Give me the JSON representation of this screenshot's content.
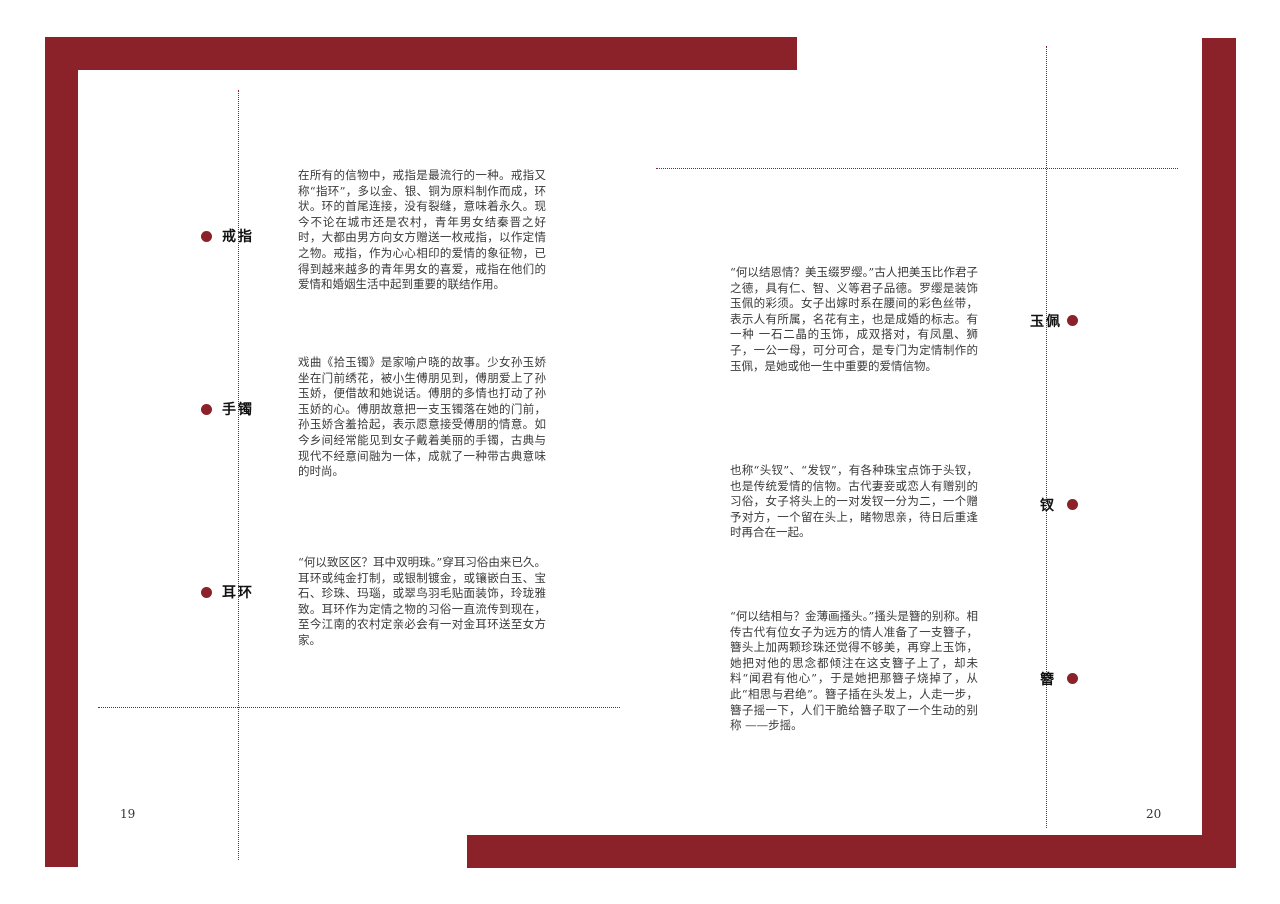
{
  "colors": {
    "accent": "#8c2229",
    "text": "#3a3a3a",
    "background": "#ffffff"
  },
  "left_page": {
    "page_number": "19",
    "sections": [
      {
        "term": "戒指",
        "text": "在所有的信物中，戒指是最流行的一种。戒指又称“指环”，多以金、银、铜为原料制作而成，环状。环的首尾连接，没有裂缝，意味着永久。现今不论在城市还是农村，青年男女结秦晋之好时，大都由男方向女方赠送一枚戒指，以作定情之物。戒指，作为心心相印的爱情的象征物，已得到越来越多的青年男女的喜爱，戒指在他们的爱情和婚姻生活中起到重要的联结作用。"
      },
      {
        "term": "手镯",
        "text": "戏曲《拾玉镯》是家喻户晓的故事。少女孙玉娇坐在门前绣花，被小生傅朋见到，傅朋爱上了孙玉娇，便借故和她说话。傅朋的多情也打动了孙玉娇的心。傅朋故意把一支玉镯落在她的门前，孙玉娇含羞拾起，表示愿意接受傅朋的情意。如今乡间经常能见到女子戴着美丽的手镯，古典与现代不经意间融为一体，成就了一种带古典意味的时尚。"
      },
      {
        "term": "耳环",
        "text": "“何以致区区？耳中双明珠。”穿耳习俗由来已久。耳环或纯金打制，或银制镀金，或镶嵌白玉、宝石、珍珠、玛瑙，或翠鸟羽毛贴面装饰，玲珑雅致。耳环作为定情之物的习俗一直流传到现在，至今江南的农村定亲必会有一对金耳环送至女方家。"
      }
    ]
  },
  "right_page": {
    "page_number": "20",
    "sections": [
      {
        "term": "玉佩",
        "text": "“何以结恩情？美玉缀罗缨。”古人把美玉比作君子之德，具有仁、智、义等君子品德。罗缨是装饰玉佩的彩须。女子出嫁时系在腰间的彩色丝带，表示人有所属，名花有主，也是成婚的标志。有一种 一石二晶的玉饰，成双搭对，有凤凰、狮子，一公一母，可分可合，是专门为定情制作的玉佩，是她或他一生中重要的爱情信物。"
      },
      {
        "term": "钗",
        "text": "也称“头钗”、“发钗”，有各种珠宝点饰于头钗，也是传统爱情的信物。古代妻妾或恋人有赠别的习俗，女子将头上的一对发钗一分为二，一个赠予对方，一个留在头上，睹物思亲，待日后重逢时再合在一起。"
      },
      {
        "term": "簪",
        "text": "“何以结相与？金薄画搔头。”搔头是簪的别称。相传古代有位女子为远方的情人准备了一支簪子，簪头上加两颗珍珠还觉得不够美，再穿上玉饰，她把对他的思念都倾注在这支簪子上了，却未料“闻君有他心”，于是她把那簪子烧掉了，从此“相思与君绝”。簪子插在头发上，人走一步，簪子摇一下，人们干脆给簪子取了一个生动的别称 ——步摇。"
      }
    ]
  }
}
